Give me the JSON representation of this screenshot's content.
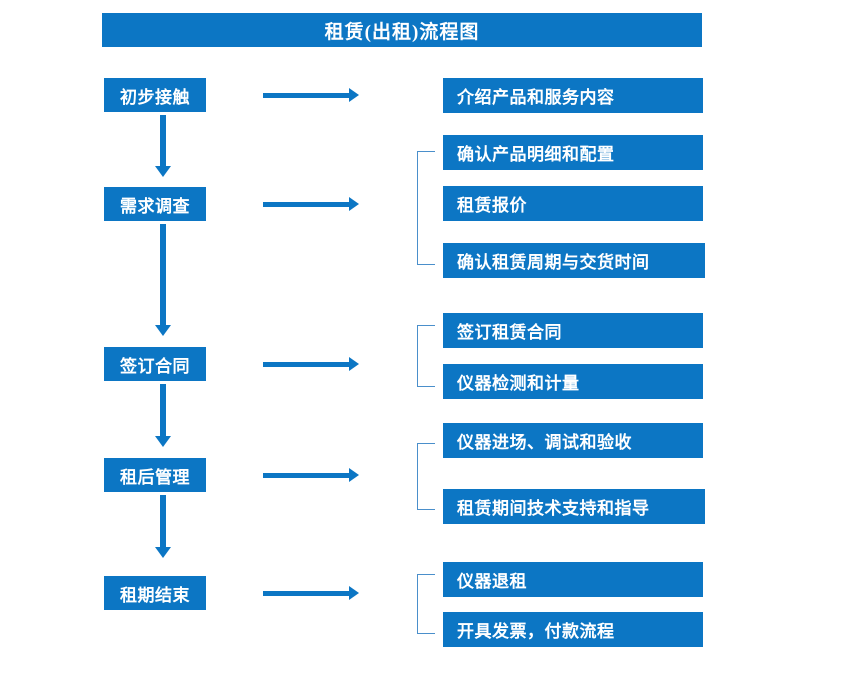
{
  "diagram": {
    "title": "租赁(出租)流程图",
    "accent_color": "#0C76C4",
    "bracket_color": "#4A8FCB",
    "background_color": "#FFFFFF",
    "arrow_icon_name": "arrow-right-icon",
    "down_arrow_icon_name": "arrow-down-icon",
    "bracket_icon_name": "bracket-connector-icon"
  },
  "stages": [
    {
      "label": "初步接触",
      "details": [
        {
          "label": "介绍产品和服务内容"
        }
      ]
    },
    {
      "label": "需求调查",
      "details": [
        {
          "label": "确认产品明细和配置"
        },
        {
          "label": "租赁报价"
        },
        {
          "label": "确认租赁周期与交货时间"
        }
      ]
    },
    {
      "label": "签订合同",
      "details": [
        {
          "label": "签订租赁合同"
        },
        {
          "label": "仪器检测和计量"
        }
      ]
    },
    {
      "label": "租后管理",
      "details": [
        {
          "label": "仪器进场、调试和验收"
        },
        {
          "label": "租赁期间技术支持和指导"
        }
      ]
    },
    {
      "label": "租期结束",
      "details": [
        {
          "label": "仪器退租"
        },
        {
          "label": "开具发票，付款流程"
        }
      ]
    }
  ]
}
